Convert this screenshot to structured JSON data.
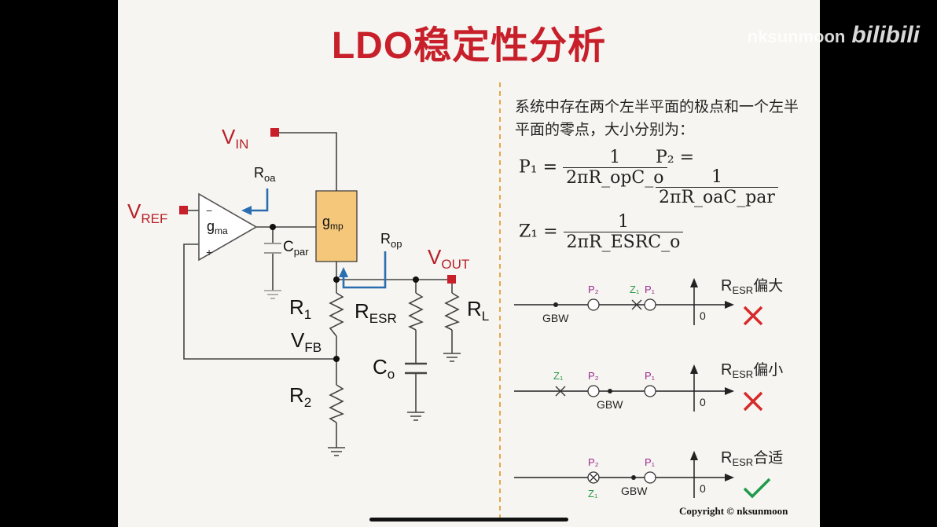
{
  "slide": {
    "title": "LDO稳定性分析",
    "watermark_text": "nksunmoon",
    "watermark_logo": "bilibili",
    "copyright": "Copyright © nksunmoon"
  },
  "circuit": {
    "vin": {
      "main": "V",
      "sub": "IN"
    },
    "vref": {
      "main": "V",
      "sub": "REF"
    },
    "vout": {
      "main": "V",
      "sub": "OUT"
    },
    "roa": {
      "main": "R",
      "sub": "oa"
    },
    "rop": {
      "main": "R",
      "sub": "op"
    },
    "gma": {
      "main": "g",
      "sub": "ma"
    },
    "gmp": {
      "main": "g",
      "sub": "mp"
    },
    "cpar": {
      "main": "C",
      "sub": "par"
    },
    "r1": {
      "main": "R",
      "sub": "1"
    },
    "r2": {
      "main": "R",
      "sub": "2"
    },
    "vfb": {
      "main": "V",
      "sub": "FB"
    },
    "resr": {
      "main": "R",
      "sub": "ESR"
    },
    "co": {
      "main": "C",
      "sub": "o"
    },
    "rl": {
      "main": "R",
      "sub": "L"
    },
    "opamp_minus": "−",
    "opamp_plus": "+"
  },
  "description": "系统中存在两个左半平面的极点和一个左半平面的零点，大小分别为：",
  "equations": {
    "p1_lhs": "P₁ =",
    "p1_num": "1",
    "p1_den": "2πR_opC_o",
    "p2_lhs": "P₂ =",
    "p2_num": "1",
    "p2_den": "2πR_oaC_par",
    "z1_lhs": "Z₁ =",
    "z1_num": "1",
    "z1_den": "2πR_ESRC_o"
  },
  "diagrams": [
    {
      "case_main": "R",
      "case_sub": "ESR",
      "case_text": "偏大",
      "result": "cross",
      "gbw": "GBW",
      "origin": "0",
      "p1": "P₁",
      "p2": "P₂",
      "z1": "Z₁"
    },
    {
      "case_main": "R",
      "case_sub": "ESR",
      "case_text": "偏小",
      "result": "cross",
      "gbw": "GBW",
      "origin": "0",
      "p1": "P₁",
      "p2": "P₂",
      "z1": "Z₁"
    },
    {
      "case_main": "R",
      "case_sub": "ESR",
      "case_text": "合适",
      "result": "check",
      "gbw": "GBW",
      "origin": "0",
      "p1": "P₁",
      "p2": "P₂",
      "z1": "Z₁"
    }
  ],
  "colors": {
    "title": "#c8202a",
    "pole": "#9c2a8e",
    "zero": "#2e9a48",
    "cross": "#d62a2a",
    "check": "#1f9a4b",
    "arrow_blue": "#2a6db0",
    "gmp_box": "#f4c77a"
  }
}
